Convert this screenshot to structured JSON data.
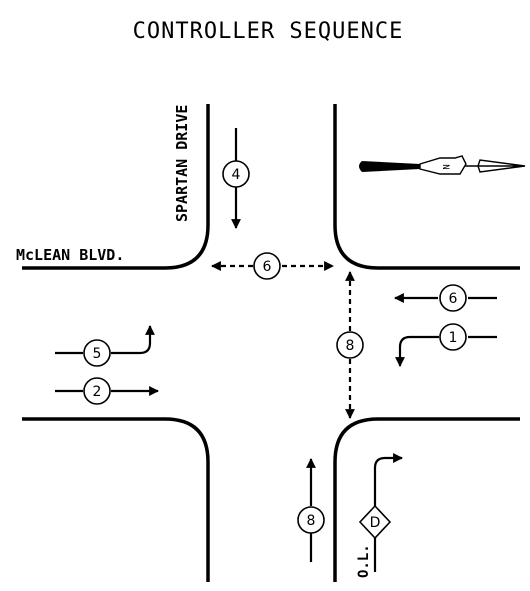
{
  "title": "CONTROLLER SEQUENCE",
  "streets": {
    "vertical": "SPARTAN DRIVE",
    "horizontal": "McLEAN BLVD."
  },
  "phases": [
    {
      "id": "sb-through",
      "label": "4"
    },
    {
      "id": "ped-ew",
      "label": "6"
    },
    {
      "id": "ped-ns",
      "label": "8"
    },
    {
      "id": "wb-through",
      "label": "6"
    },
    {
      "id": "wb-left",
      "label": "1"
    },
    {
      "id": "eb-left",
      "label": "5"
    },
    {
      "id": "eb-through",
      "label": "2"
    },
    {
      "id": "nb-through",
      "label": "8"
    },
    {
      "id": "overlap",
      "label": "D"
    }
  ],
  "overlap_label": "O.L.",
  "colors": {
    "ink": "#000000",
    "background": "#ffffff"
  },
  "icons": {
    "north_arrow": "north-arrow-icon"
  }
}
